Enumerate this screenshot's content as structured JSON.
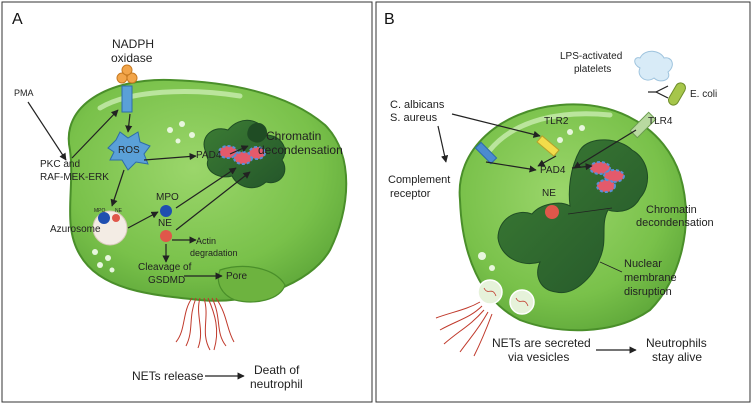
{
  "panels": {
    "a": {
      "letter": "A",
      "nadph": "NADPH",
      "oxidase": "oxidase",
      "pma": "PMA",
      "pkc_line1": "PKC and",
      "pkc_line2": "RAF-MEK-ERK",
      "ros": "ROS",
      "pad4": "PAD4",
      "chromatin_line1": "Chromatin",
      "chromatin_line2": "decondensation",
      "azurosome": "Azurosome",
      "mpo_small": "MPO",
      "ne_small": "NE",
      "mpo": "MPO",
      "ne": "NE",
      "actin_line1": "Actin",
      "actin_line2": "degradation",
      "cleavage_line1": "Cleavage of",
      "cleavage_line2": "GSDMD",
      "pore": "Pore",
      "nets_release": "NETs release",
      "death_line1": "Death of",
      "death_line2": "neutrophil"
    },
    "b": {
      "letter": "B",
      "lps_line1": "LPS-activated",
      "lps_line2": "platelets",
      "ecoli": "E. coli",
      "calbicans": "C. albicans",
      "saureus": "S. aureus",
      "tlr2": "TLR2",
      "tlr4": "TLR4",
      "complement_line1": "Complement",
      "complement_line2": "receptor",
      "pad4": "PAD4",
      "ne": "NE",
      "chromatin_line1": "Chromatin",
      "chromatin_line2": "decondensation",
      "nuclear_line1": "Nuclear",
      "nuclear_line2": "membrane",
      "nuclear_line3": "disruption",
      "nets_line1": "NETs are secreted",
      "nets_line2": "via vesicles",
      "alive_line1": "Neutrophils",
      "alive_line2": "stay alive"
    }
  },
  "colors": {
    "cell_green": "#7cc24e",
    "cell_dark": "#4f9a2e",
    "nucleus": "#2f6a2c",
    "ros_blue": "#5aa0d8",
    "mpo_blue": "#1f4fb0",
    "ne_red": "#e0574a",
    "net_red": "#c0392b"
  }
}
